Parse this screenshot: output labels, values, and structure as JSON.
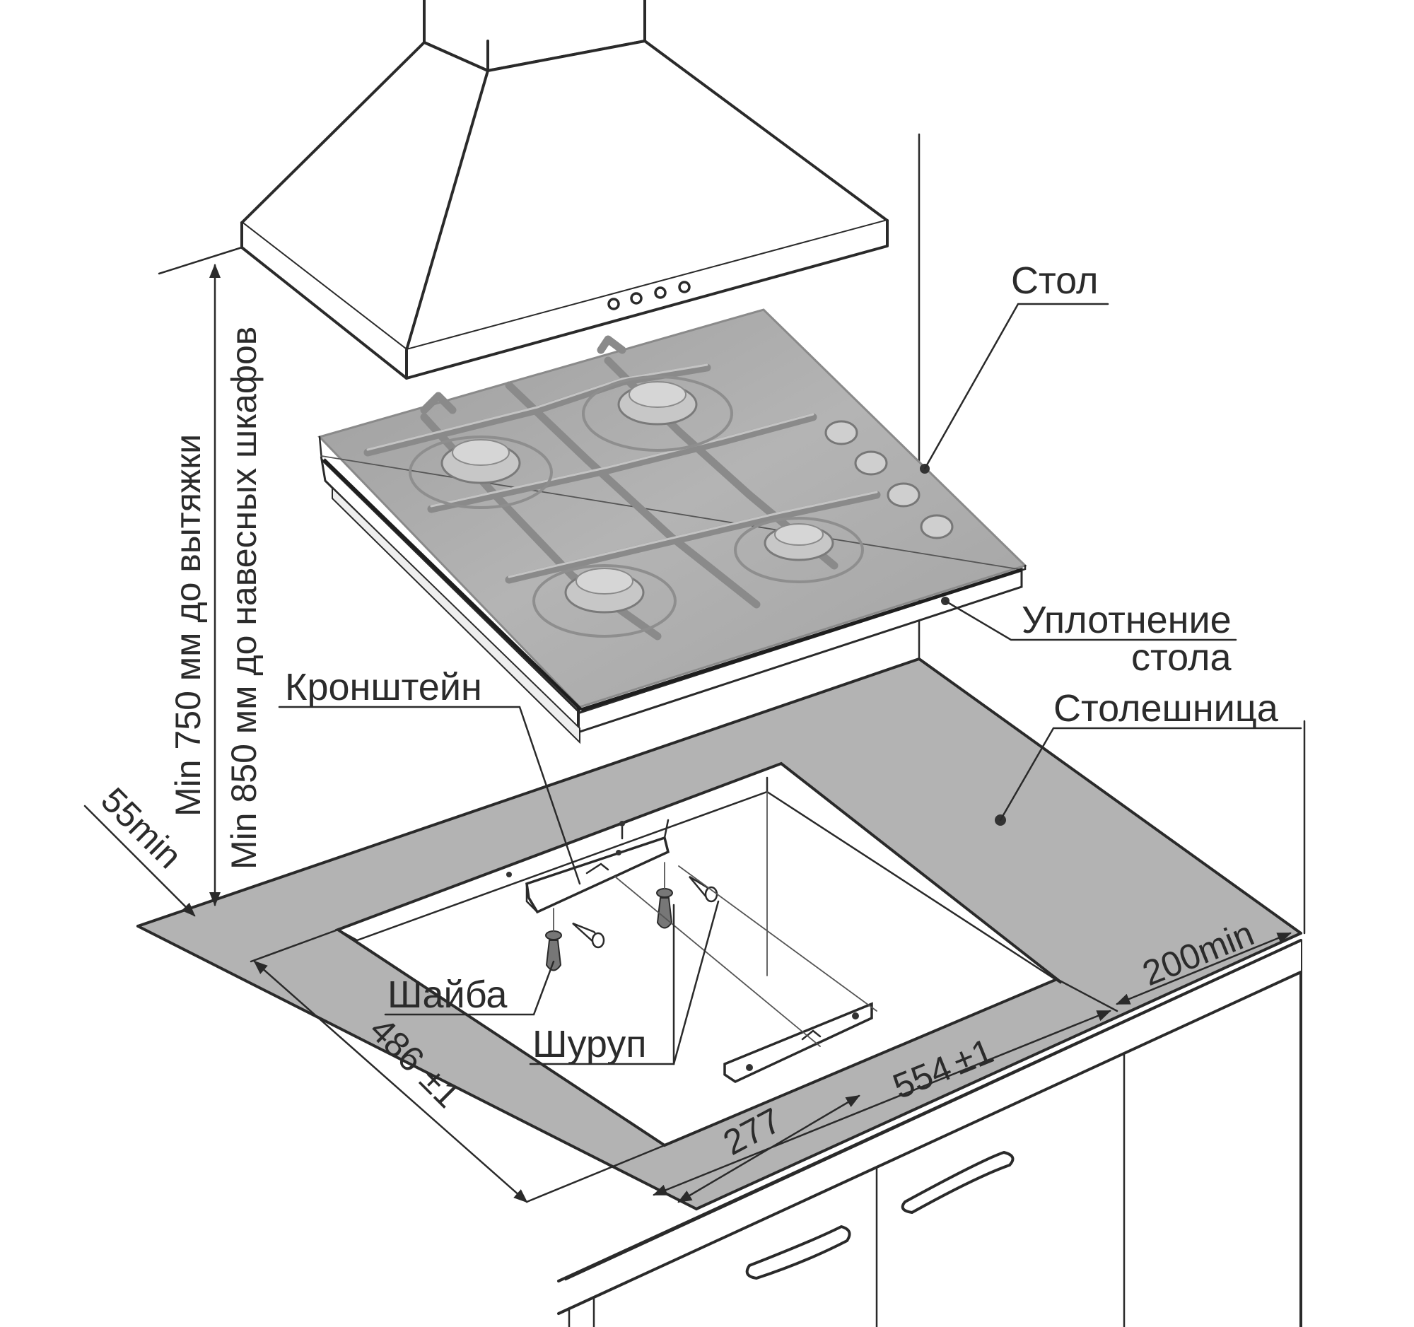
{
  "labels": {
    "stol": "Стол",
    "uplotnenie_line1": "Уплотнение",
    "uplotnenie_line2": "стола",
    "kronshtein": "Кронштейн",
    "stoleshnica": "Столешница",
    "shaiba": "Шайба",
    "shurup": "Шуруп"
  },
  "dimensions": {
    "min_hood": "Min 750 мм до вытяжки",
    "min_cabinets": "Min 850 мм до навесных шкафов",
    "side_clearance": "55min",
    "back_clearance": "200min",
    "depth_cutout": "486",
    "depth_tolerance": "±1",
    "width_cutout": "554",
    "width_tolerance": "±1",
    "bracket_offset": "277"
  },
  "colors": {
    "hob_glass": "#a9a9a9",
    "countertop": "#b3b3b3",
    "line": "#2a2a2a",
    "background": "#ffffff"
  }
}
